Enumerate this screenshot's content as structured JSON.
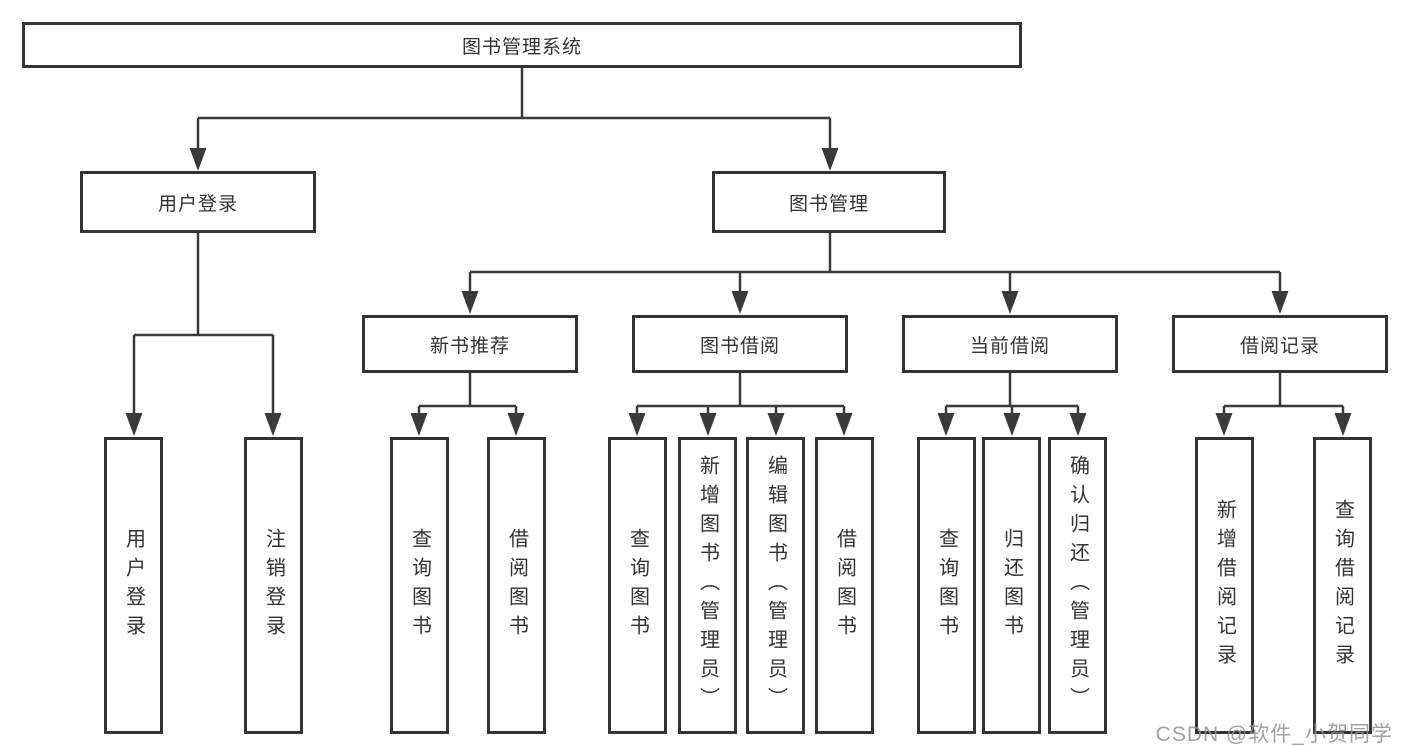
{
  "tree": {
    "label": "图书管理系统",
    "children": [
      {
        "label": "用户登录",
        "children": [
          {
            "label": "用户登录"
          },
          {
            "label": "注销登录"
          }
        ]
      },
      {
        "label": "图书管理",
        "children": [
          {
            "label": "新书推荐",
            "children": [
              {
                "label": "查询图书"
              },
              {
                "label": "借阅图书"
              }
            ]
          },
          {
            "label": "图书借阅",
            "children": [
              {
                "label": "查询图书"
              },
              {
                "label": "新增图书（管理员）"
              },
              {
                "label": "编辑图书（管理员）"
              },
              {
                "label": "借阅图书"
              }
            ]
          },
          {
            "label": "当前借阅",
            "children": [
              {
                "label": "查询图书"
              },
              {
                "label": "归还图书"
              },
              {
                "label": "确认归还（管理员）"
              }
            ]
          },
          {
            "label": "借阅记录",
            "children": [
              {
                "label": "新增借阅记录"
              },
              {
                "label": "查询借阅记录"
              }
            ]
          }
        ]
      }
    ]
  },
  "watermark": {
    "text": "CSDN @软件_小贺同学"
  },
  "colors": {
    "line": "#3a3a3a",
    "box_border": "#333333",
    "text": "#333333",
    "watermark": "#919191",
    "background": "#ffffff"
  }
}
